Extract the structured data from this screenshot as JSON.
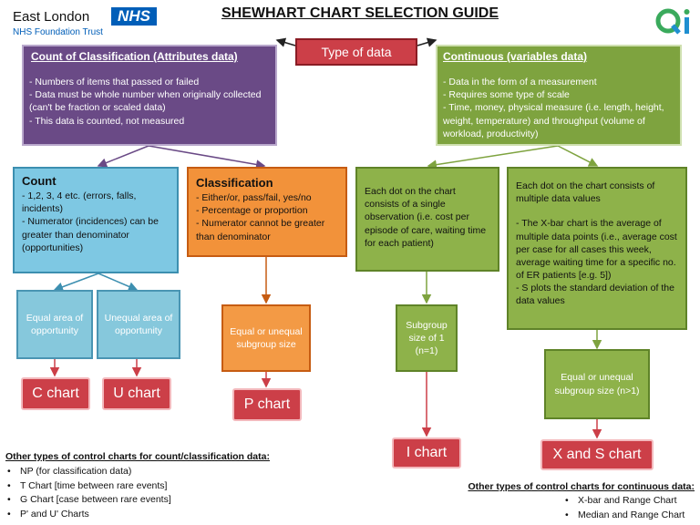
{
  "header": {
    "org_name": "East London",
    "org_badge": "NHS",
    "org_sub": "NHS Foundation Trust",
    "title": "SHEWHART CHART SELECTION GUIDE",
    "logo_text": "Qi"
  },
  "type_of_data": "Type of data",
  "attributes": {
    "title": "Count of Classification (Attributes data)",
    "lines": [
      "- Numbers of items that passed or failed",
      "- Data must be whole number when originally collected (can't be fraction or scaled data)",
      "- This data is counted, not measured"
    ]
  },
  "continuous": {
    "title": "Continuous (variables data)",
    "lines": [
      "- Data in the form of a measurement",
      "- Requires some type of scale",
      "- Time, money, physical measure (i.e. length, height, weight, temperature) and throughput (volume of workload, productivity)"
    ]
  },
  "count": {
    "title": "Count",
    "lines": [
      "- 1,2, 3, 4 etc. (errors, falls, incidents)",
      "- Numerator (incidences) can be greater than denominator (opportunities)"
    ]
  },
  "classification": {
    "title": "Classification",
    "lines": [
      "- Either/or, pass/fail, yes/no",
      "- Percentage or proportion",
      "- Numerator cannot be greater than denominator"
    ]
  },
  "single_obs": "Each dot on the chart consists of a single observation (i.e. cost per episode of care, waiting time for each patient)",
  "multi_values": {
    "intro": "Each dot on the chart consists of multiple data values",
    "lines": [
      "- The X-bar chart is the average of multiple data points (i.e., average cost per case for all cases this week, average waiting time for a specific no. of ER patients [e.g. 5])",
      "- S plots the standard deviation of the data values"
    ]
  },
  "equal_area": "Equal area of opportunity",
  "unequal_area": "Unequal area of opportunity",
  "equal_unequal_subgroup": "Equal or unequal subgroup size",
  "subgroup_one": "Subgroup size of 1 (n=1)",
  "equal_unequal_subgroup_n": "Equal or unequal subgroup size (n>1)",
  "charts": {
    "c": "C chart",
    "u": "U chart",
    "p": "P chart",
    "i": "I chart",
    "xs": "X and S chart"
  },
  "other_count": {
    "title": "Other types of control charts for count/classification data:",
    "items": [
      "NP (for classification data)",
      "T Chart [time between rare events]",
      "G Chart [case between rare events]",
      "P' and U' Charts"
    ]
  },
  "other_cont": {
    "title": "Other types of control charts for continuous data:",
    "items": [
      "X-bar and Range Chart",
      "Median and Range Chart"
    ]
  },
  "colors": {
    "purple": "#6a4a86",
    "green": "#7ea33f",
    "blue": "#7ec8e3",
    "orange": "#f2923a",
    "red": "#cc3f48",
    "nhs_blue": "#005eb8",
    "connector": "#222222"
  }
}
